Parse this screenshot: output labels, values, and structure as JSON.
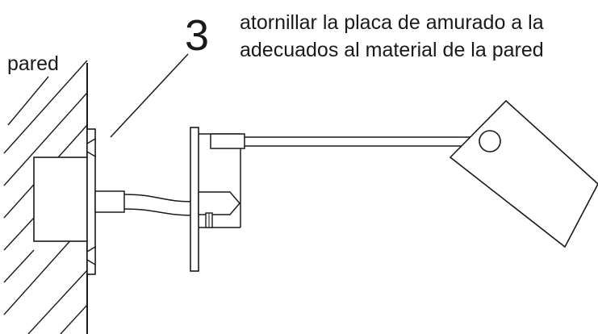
{
  "diagram": {
    "wall_label": "pared",
    "step_number": "3",
    "instruction_lines": [
      "atornillar la placa de amurado a la",
      "adecuados al material de la pared"
    ],
    "colors": {
      "ink": "#1a1a1a",
      "background": "#ffffff"
    }
  }
}
